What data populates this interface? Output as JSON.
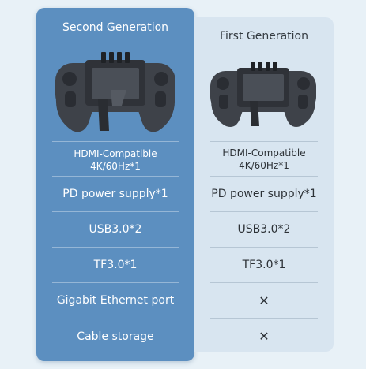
{
  "second_generation": {
    "title": "Second Generation",
    "features": {
      "hdmi_line1": "HDMI-Compatible",
      "hdmi_line2": "4K/60Hz*1",
      "pd": "PD power supply*1",
      "usb": "USB3.0*2",
      "tf": "TF3.0*1",
      "ethernet": "Gigabit Ethernet port",
      "cable": "Cable storage"
    }
  },
  "first_generation": {
    "title": "First Generation",
    "features": {
      "hdmi_line1": "HDMI-Compatible",
      "hdmi_line2": "4K/60Hz*1",
      "pd": "PD power supply*1",
      "usb": "USB3.0*2",
      "tf": "TF3.0*1",
      "ethernet": "✕",
      "cable": "✕"
    }
  },
  "colors": {
    "page_bg": "#e8f1f7",
    "second_bg": "#5c8fc0",
    "first_bg": "#d8e5f0",
    "device": "#3e4249"
  }
}
